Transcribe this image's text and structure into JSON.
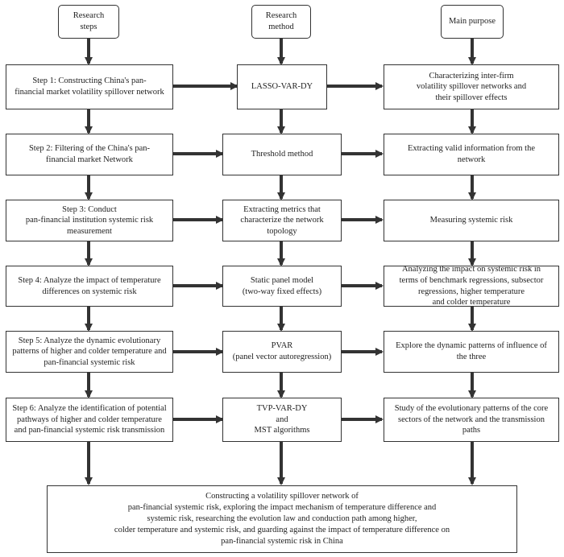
{
  "headers": {
    "steps": "Research\nsteps",
    "method": "Research\nmethod",
    "purpose": "Main purpose"
  },
  "rows": [
    {
      "step": "Step 1: Constructing China's pan-\nfinancial market volatility spillover network",
      "method": "LASSO-VAR-DY",
      "purpose": "Characterizing inter-firm\nvolatility spillover networks and\ntheir spillover effects"
    },
    {
      "step": "Step 2: Filtering of the China's pan-\nfinancial market Network",
      "method": "Threshold method",
      "purpose": "Extracting valid information from the\nnetwork"
    },
    {
      "step": "Step 3: Conduct\npan-financial institution systemic risk\nmeasurement",
      "method": "Extracting metrics that\ncharacterize the network\ntopology",
      "purpose": "Measuring systemic risk"
    },
    {
      "step": "Step 4: Analyze the impact of temperature\ndifferences on systemic risk",
      "method": "Static panel model\n(two-way fixed effects)",
      "purpose": "Analyzing the impact on systemic risk in\nterms of benchmark regressions, subsector\nregressions, higher temperature\nand colder temperature"
    },
    {
      "step": "Step 5: Analyze the dynamic evolutionary\npatterns of higher and colder temperature and\npan-financial systemic risk",
      "method": "PVAR\n(panel vector autoregression)",
      "purpose": "Explore the dynamic patterns of influence of\nthe three"
    },
    {
      "step": "Step 6: Analyze the identification of potential\npathways of higher and colder temperature\nand pan-financial systemic risk transmission",
      "method": "TVP-VAR-DY\nand\nMST algorithms",
      "purpose": "Study of the evolutionary patterns of the core\nsectors of the network and the transmission\npaths"
    }
  ],
  "conclusion": "Constructing a volatility spillover network of\npan-financial systemic risk, exploring the impact mechanism of temperature difference and\nsystemic risk, researching the evolution law and conduction path among higher,\ncolder temperature and systemic risk, and guarding against the impact of temperature difference on\npan-financial systemic risk in China"
}
